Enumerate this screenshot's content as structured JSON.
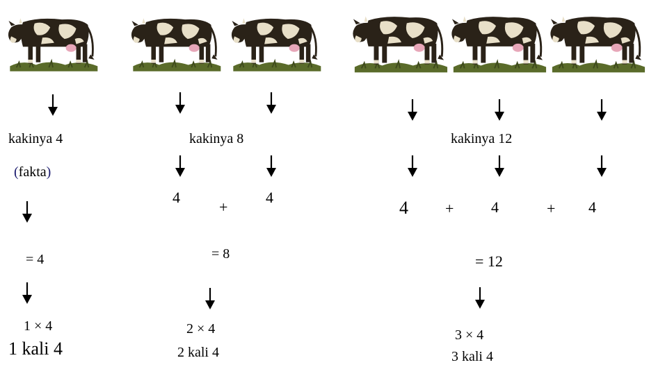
{
  "colors": {
    "text": "#000000",
    "fakta_text": "#1a1a6e",
    "cow_body": "#2a2218",
    "cow_patch": "#e8dfc8",
    "cow_udder": "#e7a6b8",
    "grass": "#5a6b2a"
  },
  "icons": {
    "cow": "cow-icon",
    "arrow": "arrow-down-icon"
  },
  "group1": {
    "legs_label": "kakinya 4",
    "fakta_label": "fakta",
    "fakta_open": "(",
    "fakta_close": ")",
    "sum_result": "= 4",
    "multiplication": "1 × 4",
    "spoken": "1 kali 4"
  },
  "group2": {
    "legs_label": "kakinya 8",
    "addend_1": "4",
    "plus": "+",
    "addend_2": "4",
    "sum_result": "= 8",
    "multiplication": "2 × 4",
    "spoken": "2 kali 4"
  },
  "group3": {
    "legs_label": "kakinya 12",
    "addend_1": "4",
    "plus_1": "+",
    "addend_2": "4",
    "plus_2": "+",
    "addend_3": "4",
    "sum_result": "= 12",
    "multiplication": "3 × 4",
    "spoken": "3 kali 4"
  }
}
